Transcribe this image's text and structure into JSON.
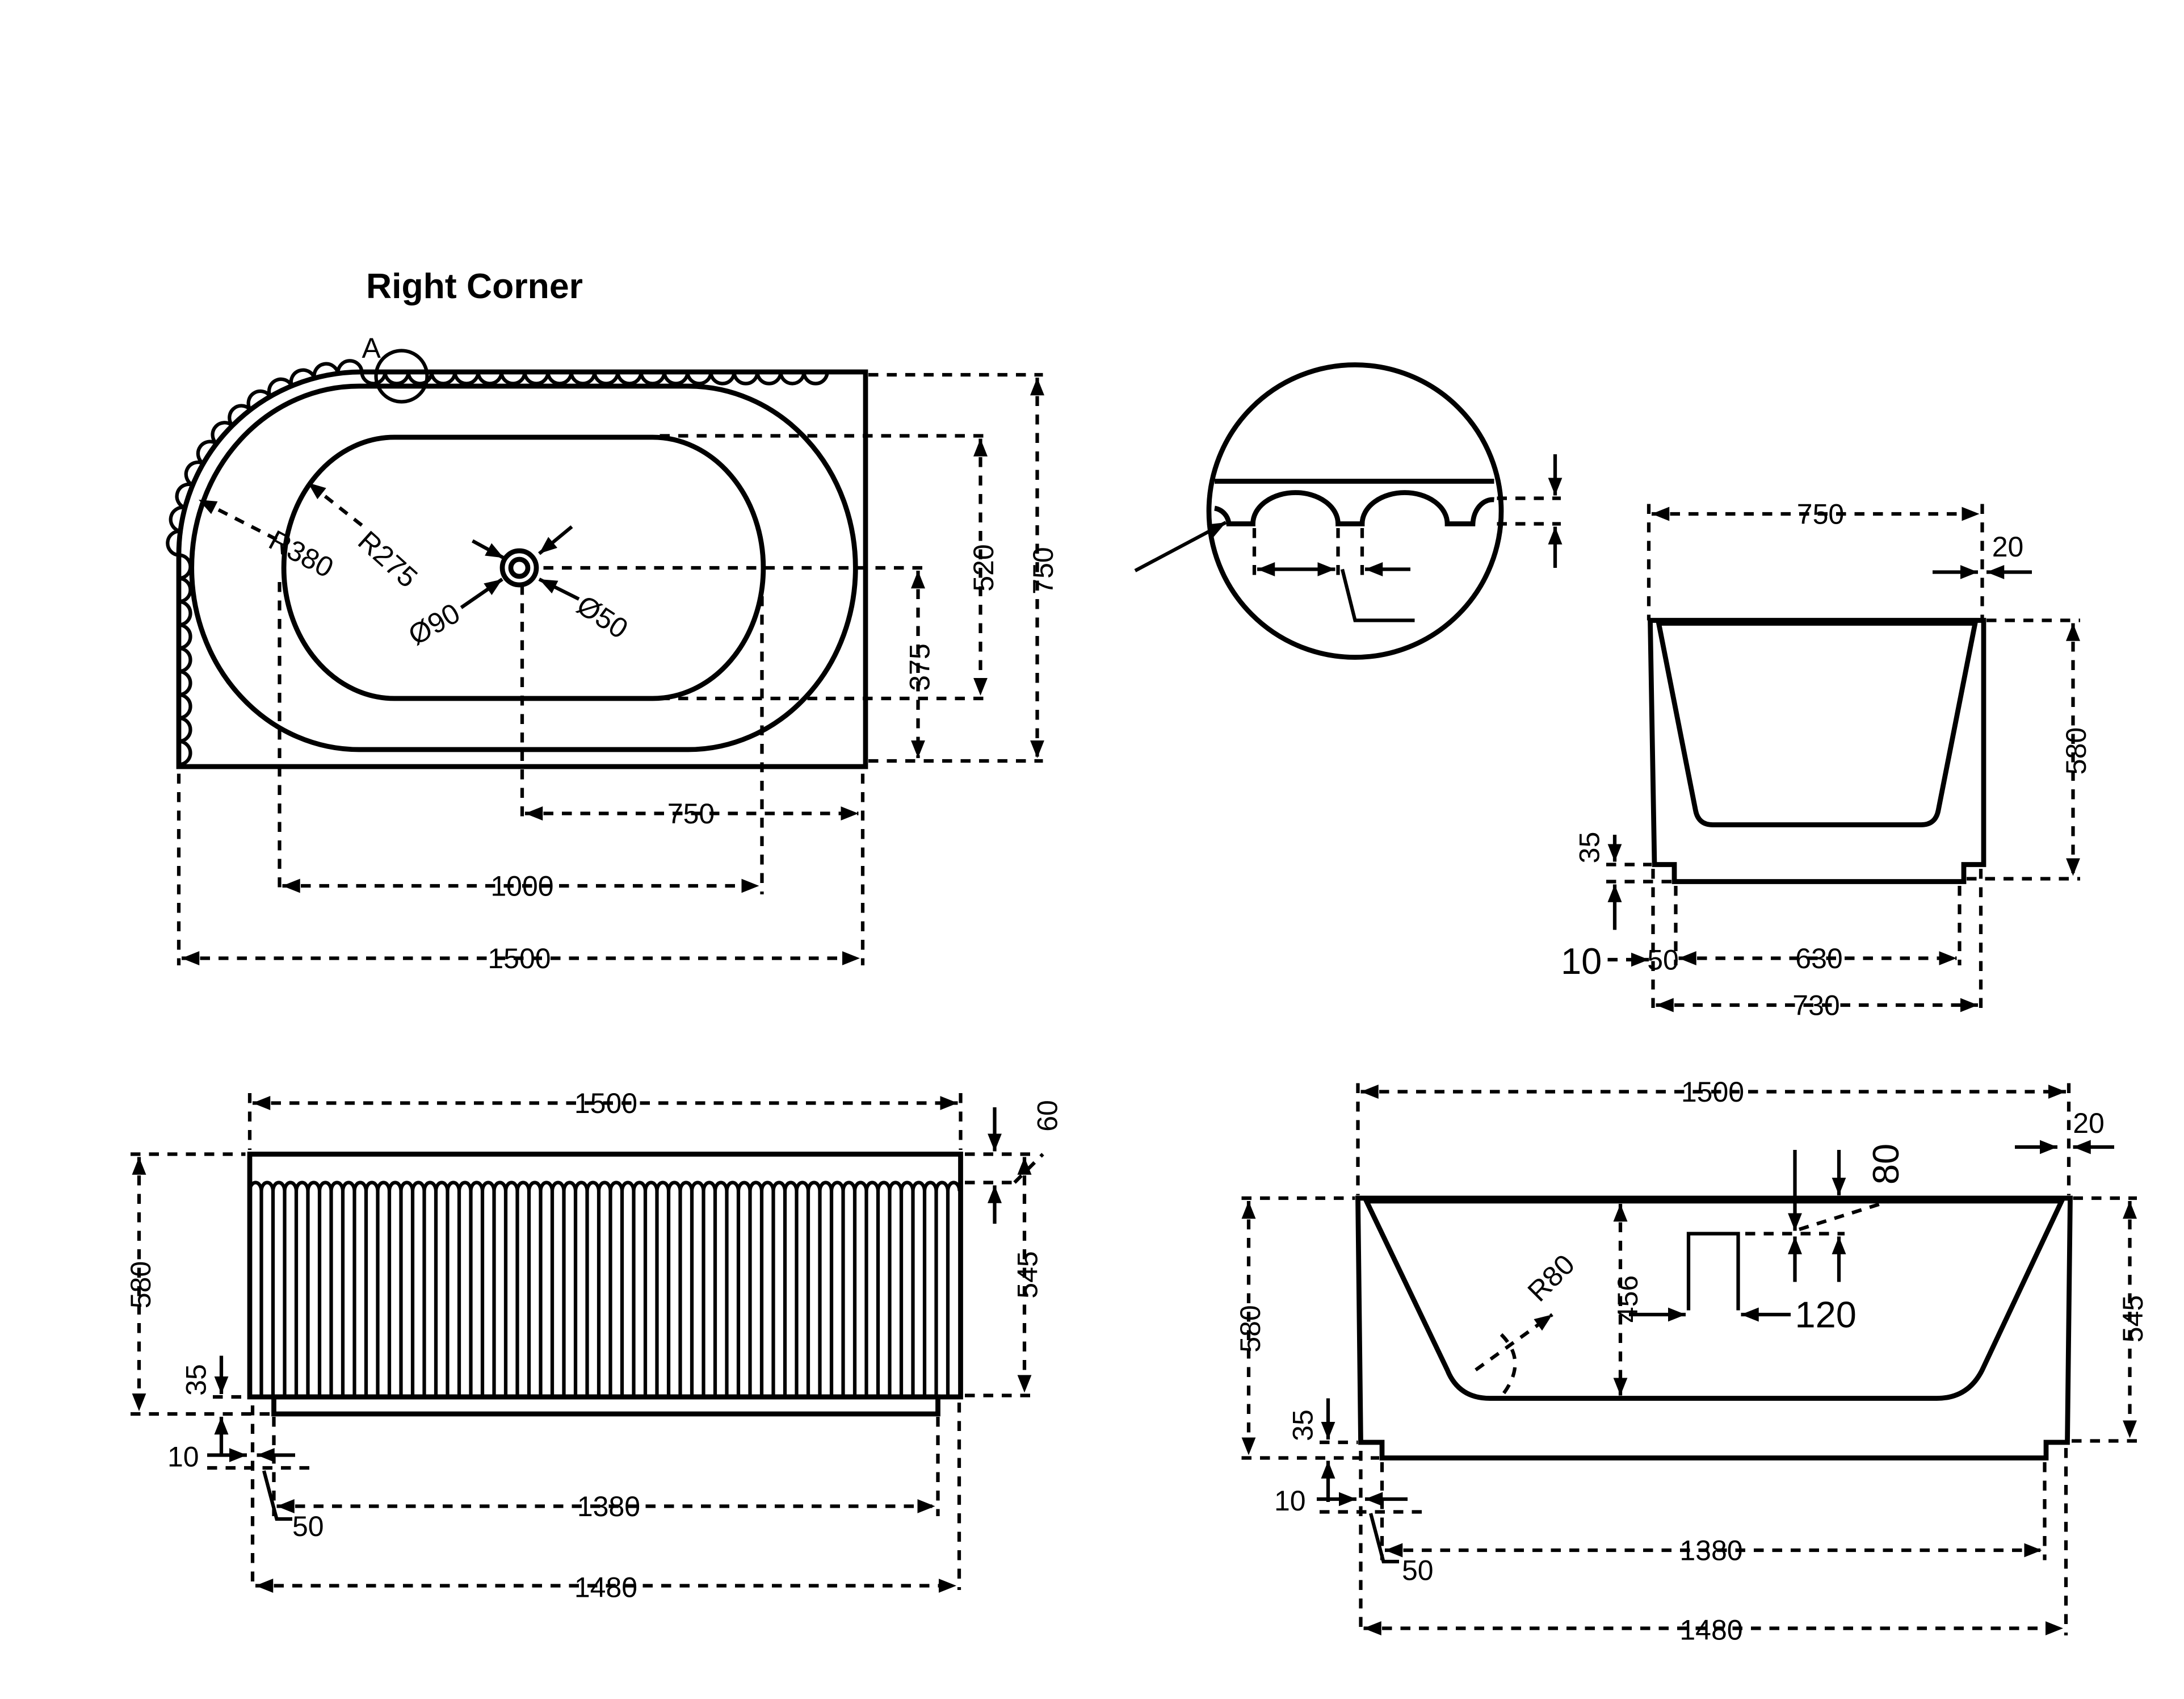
{
  "title": "Right Corner",
  "detail_marker": "A",
  "plan_view": {
    "radius_outer": "R380",
    "radius_inner": "R275",
    "drain_outer": "Ø90",
    "drain_inner": "Ø50",
    "dim_height_outer": "750",
    "dim_height_inner": "520",
    "dim_drain_offset": "375",
    "dim_drain_to_edge": "750",
    "dim_inner_length": "1000",
    "dim_overall_length": "1500"
  },
  "end_view": {
    "dim_top_width": "750",
    "dim_rim": "20",
    "dim_height": "580",
    "dim_plinth_height": "35",
    "dim_setback": "10",
    "dim_foot": "50",
    "dim_plinth_inner": "630",
    "dim_plinth_outer": "730"
  },
  "front_view": {
    "dim_top_length": "1500",
    "dim_top_band": "60",
    "dim_height": "580",
    "dim_body_height": "545",
    "dim_plinth_height": "35",
    "dim_setback": "10",
    "dim_foot": "50",
    "dim_plinth_inner": "1380",
    "dim_plinth_outer": "1480"
  },
  "section_view": {
    "dim_top_length": "1500",
    "dim_rim": "20",
    "dim_overflow_top": "80",
    "dim_overflow": "120",
    "dim_depth": "456",
    "radius_base": "R80",
    "dim_height": "580",
    "dim_body_height": "545",
    "dim_plinth_height": "35",
    "dim_setback": "10",
    "dim_foot": "50",
    "dim_plinth_inner": "1380",
    "dim_plinth_outer": "1480"
  }
}
